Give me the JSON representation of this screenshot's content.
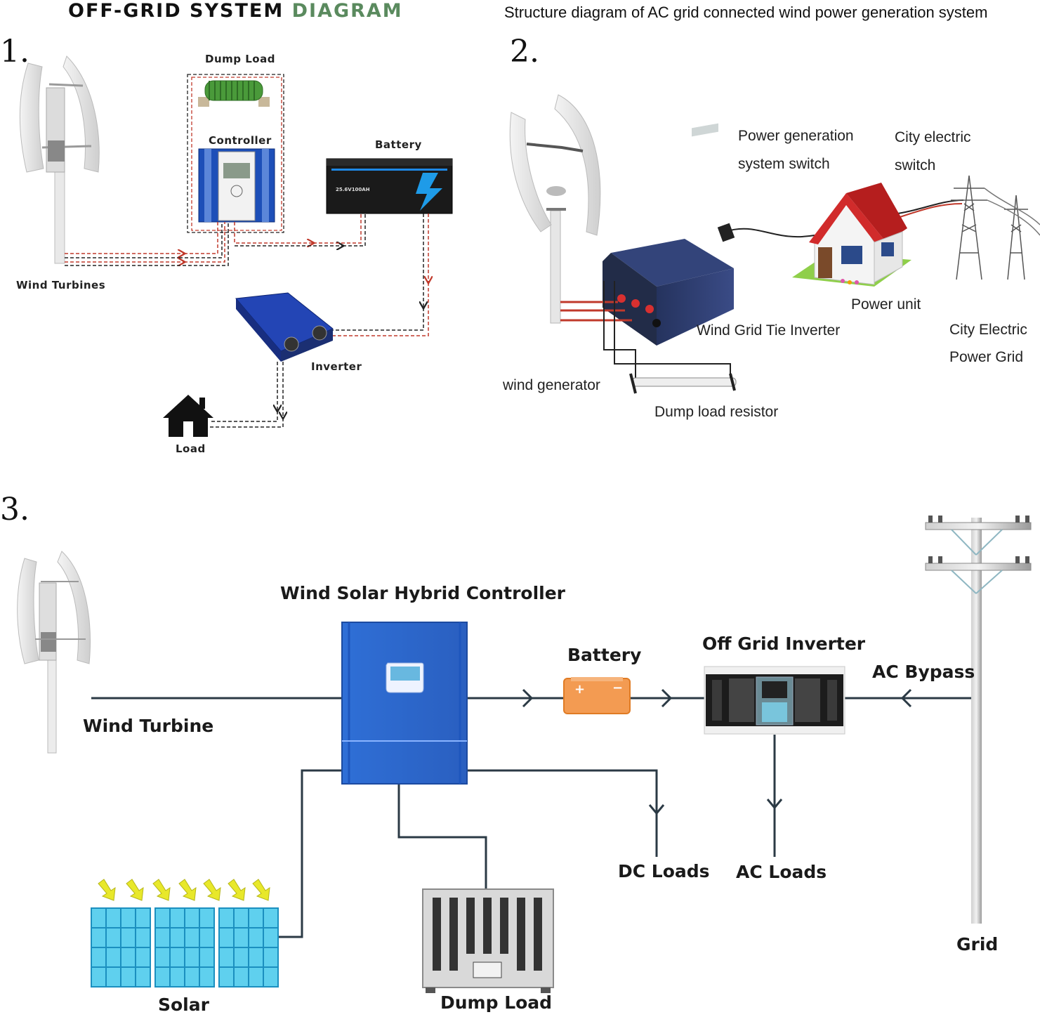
{
  "panel1": {
    "number": "1.",
    "title_part1": "OFF-GRID SYSTEM",
    "title_part2": "DIAGRAM",
    "labels": {
      "dump_load": "Dump Load",
      "controller": "Controller",
      "battery": "Battery",
      "wind_turbines": "Wind Turbines",
      "inverter": "Inverter",
      "load": "Load"
    },
    "battery_text": "25.6V100AH"
  },
  "panel2": {
    "number": "2.",
    "title": "Structure diagram of AC grid connected wind power generation system",
    "labels": {
      "power_generation_line1": "Power generation",
      "power_generation_line2": "system switch",
      "city_switch_line1": "City electric",
      "city_switch_line2": "switch",
      "power_unit": "Power unit",
      "inverter": "Wind Grid Tie Inverter",
      "city_grid_line1": "City Electric",
      "city_grid_line2": "Power Grid",
      "wind_generator": "wind generator",
      "dump_resistor": "Dump load resistor"
    }
  },
  "panel3": {
    "number": "3.",
    "labels": {
      "controller": "Wind Solar Hybrid Controller",
      "wind_turbine": "Wind Turbine",
      "battery": "Battery",
      "inverter": "Off Grid Inverter",
      "ac_bypass": "AC Bypass",
      "dc_loads": "DC Loads",
      "ac_loads": "AC Loads",
      "grid": "Grid",
      "solar": "Solar",
      "dump_load": "Dump Load"
    }
  },
  "colors": {
    "controller_blue": "#2f6fd6",
    "battery_orange": "#f39b52",
    "wire_red": "#c0392b",
    "wire_dark": "#2b3a45",
    "solar_cyan": "#5fd0ee",
    "title_green": "#5a8a5e"
  }
}
